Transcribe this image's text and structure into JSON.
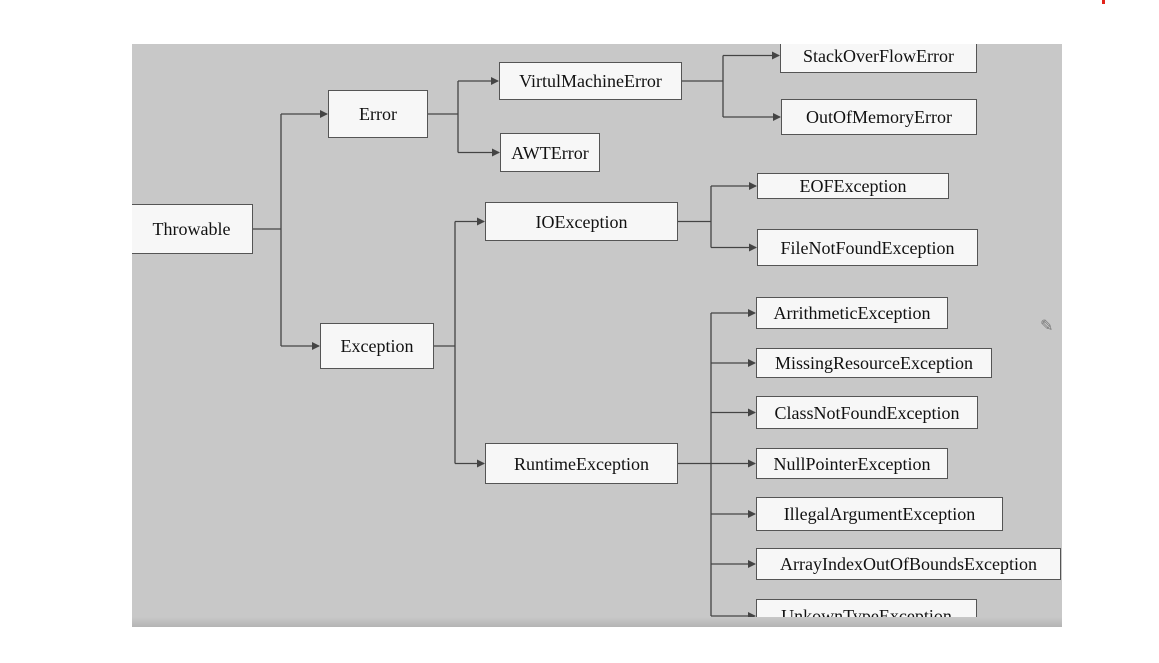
{
  "diagram": {
    "nodes": [
      {
        "id": "throwable",
        "label": "Throwable"
      },
      {
        "id": "error",
        "label": "Error"
      },
      {
        "id": "exception",
        "label": "Exception"
      },
      {
        "id": "virtualmachineerror",
        "label": "VirtulMachineError"
      },
      {
        "id": "awterror",
        "label": "AWTError"
      },
      {
        "id": "stackoverflowerror",
        "label": "StackOverFlowError"
      },
      {
        "id": "outofmemoryerror",
        "label": "OutOfMemoryError"
      },
      {
        "id": "ioexception",
        "label": "IOException"
      },
      {
        "id": "eofexception",
        "label": "EOFException"
      },
      {
        "id": "filenotfoundexception",
        "label": "FileNotFoundException"
      },
      {
        "id": "runtimeexception",
        "label": "RuntimeException"
      },
      {
        "id": "arrithmeticexception",
        "label": "ArrithmeticException"
      },
      {
        "id": "missingresourceexception",
        "label": "MissingResourceException"
      },
      {
        "id": "classnotfoundexception",
        "label": "ClassNotFoundException"
      },
      {
        "id": "nullpointerexception",
        "label": "NullPointerException"
      },
      {
        "id": "illegalargumentexception",
        "label": "IllegalArgumentException"
      },
      {
        "id": "arrayindexoutofboundsexception",
        "label": "ArrayIndexOutOfBoundsException"
      },
      {
        "id": "unkowntypeexception",
        "label": "UnkownTypeException"
      }
    ],
    "edges": [
      {
        "from": "throwable",
        "to": "error"
      },
      {
        "from": "throwable",
        "to": "exception"
      },
      {
        "from": "error",
        "to": "virtualmachineerror"
      },
      {
        "from": "error",
        "to": "awterror"
      },
      {
        "from": "virtualmachineerror",
        "to": "stackoverflowerror"
      },
      {
        "from": "virtualmachineerror",
        "to": "outofmemoryerror"
      },
      {
        "from": "exception",
        "to": "ioexception"
      },
      {
        "from": "exception",
        "to": "runtimeexception"
      },
      {
        "from": "ioexception",
        "to": "eofexception"
      },
      {
        "from": "ioexception",
        "to": "filenotfoundexception"
      },
      {
        "from": "runtimeexception",
        "to": "arrithmeticexception"
      },
      {
        "from": "runtimeexception",
        "to": "missingresourceexception"
      },
      {
        "from": "runtimeexception",
        "to": "classnotfoundexception"
      },
      {
        "from": "runtimeexception",
        "to": "nullpointerexception"
      },
      {
        "from": "runtimeexception",
        "to": "illegalargumentexception"
      },
      {
        "from": "runtimeexception",
        "to": "arrayindexoutofboundsexception"
      },
      {
        "from": "runtimeexception",
        "to": "unkowntypeexception"
      }
    ]
  },
  "colors": {
    "background": "#c8c8c8",
    "node_fill": "#f7f7f7",
    "line": "#444444"
  }
}
